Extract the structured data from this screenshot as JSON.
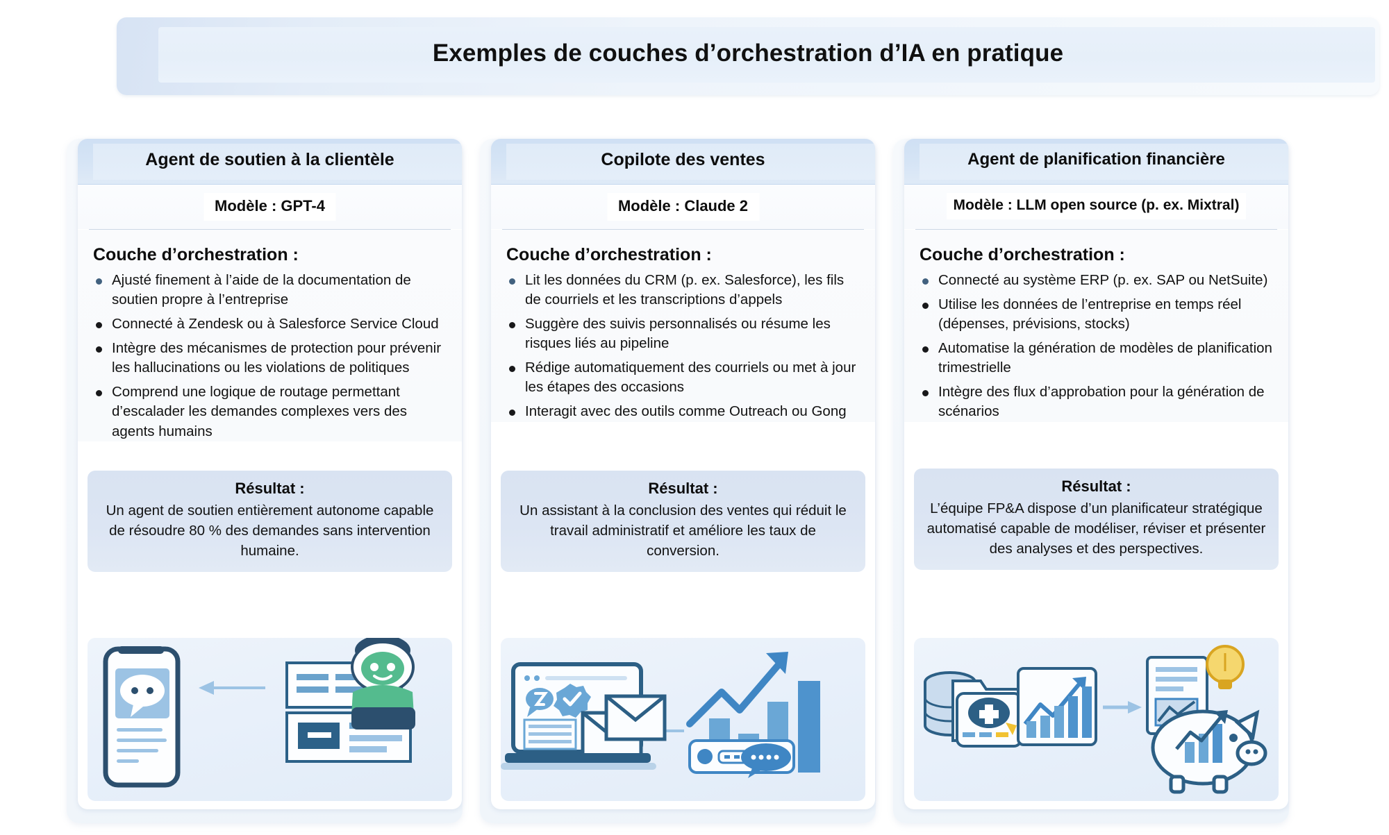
{
  "header": {
    "title": "Exemples de couches d’orchestration d’IA en pratique"
  },
  "labels": {
    "orchestration_heading": "Couche d’orchestration :",
    "result_heading": "Résultat :"
  },
  "columns": [
    {
      "title": "Agent de soutien à la clientèle",
      "model": "Modèle : GPT-4",
      "orchestration_heading": "Couche d’orchestration :",
      "bullets": [
        "Ajusté finement à l’aide de la documentation de soutien propre à l’entreprise",
        "Connecté à Zendesk ou à Salesforce Service Cloud",
        "Intègre des mécanismes de protection pour prévenir les hallucinations ou les violations de politiques",
        "Comprend une logique de routage permettant d’escalader les demandes complexes vers des agents humains"
      ],
      "result_heading": "Résultat :",
      "result_text": "Un agent de soutien entièrement autonome capable de résoudre 80 % des demandes sans intervention humaine.",
      "illustration": "phone-chat-to-robot-document"
    },
    {
      "title": "Copilote des ventes",
      "model": "Modèle : Claude 2",
      "orchestration_heading": "Couche d’orchestration :",
      "bullets": [
        "Lit les données du CRM (p. ex. Salesforce), les fils de courriels et les transcriptions d’appels",
        "Suggère des suivis personnalisés ou résume les risques liés au pipeline",
        "Rédige automatiquement des courriels ou met à jour les étapes des occasions",
        "Interagit avec des outils comme Outreach ou Gong"
      ],
      "result_heading": "Résultat :",
      "result_text": "Un assistant à la conclusion des ventes qui réduit le travail administratif et améliore les taux de conversion.",
      "illustration": "laptop-email-to-growth-chart"
    },
    {
      "title": "Agent de planification financière",
      "model": "Modèle : LLM open source (p. ex. Mixtral)",
      "orchestration_heading": "Couche d’orchestration :",
      "bullets": [
        "Connecté au système ERP (p. ex. SAP ou NetSuite)",
        "Utilise les données de l’entreprise en temps réel (dépenses, prévisions, stocks)",
        "Automatise la génération de modèles de planification trimestrielle",
        "Intègre des flux d’approbation pour la génération de scénarios"
      ],
      "result_heading": "Résultat :",
      "result_text": "L’équipe FP&A dispose d’un planificateur stratégique automatisé capable de modéliser, réviser et présenter des analyses et des perspectives.",
      "illustration": "database-chart-to-piggybank-bulb"
    }
  ],
  "colors": {
    "header_band": "#d5e4f5",
    "result_box": "#dce5f3",
    "card_background": "#ffffff",
    "bullet_dark": "#18181a",
    "bullet_blue": "#42617f",
    "illustration_blue": "#5b9bd5",
    "illustration_dark_blue": "#2e6189",
    "title_text": "#101010"
  }
}
